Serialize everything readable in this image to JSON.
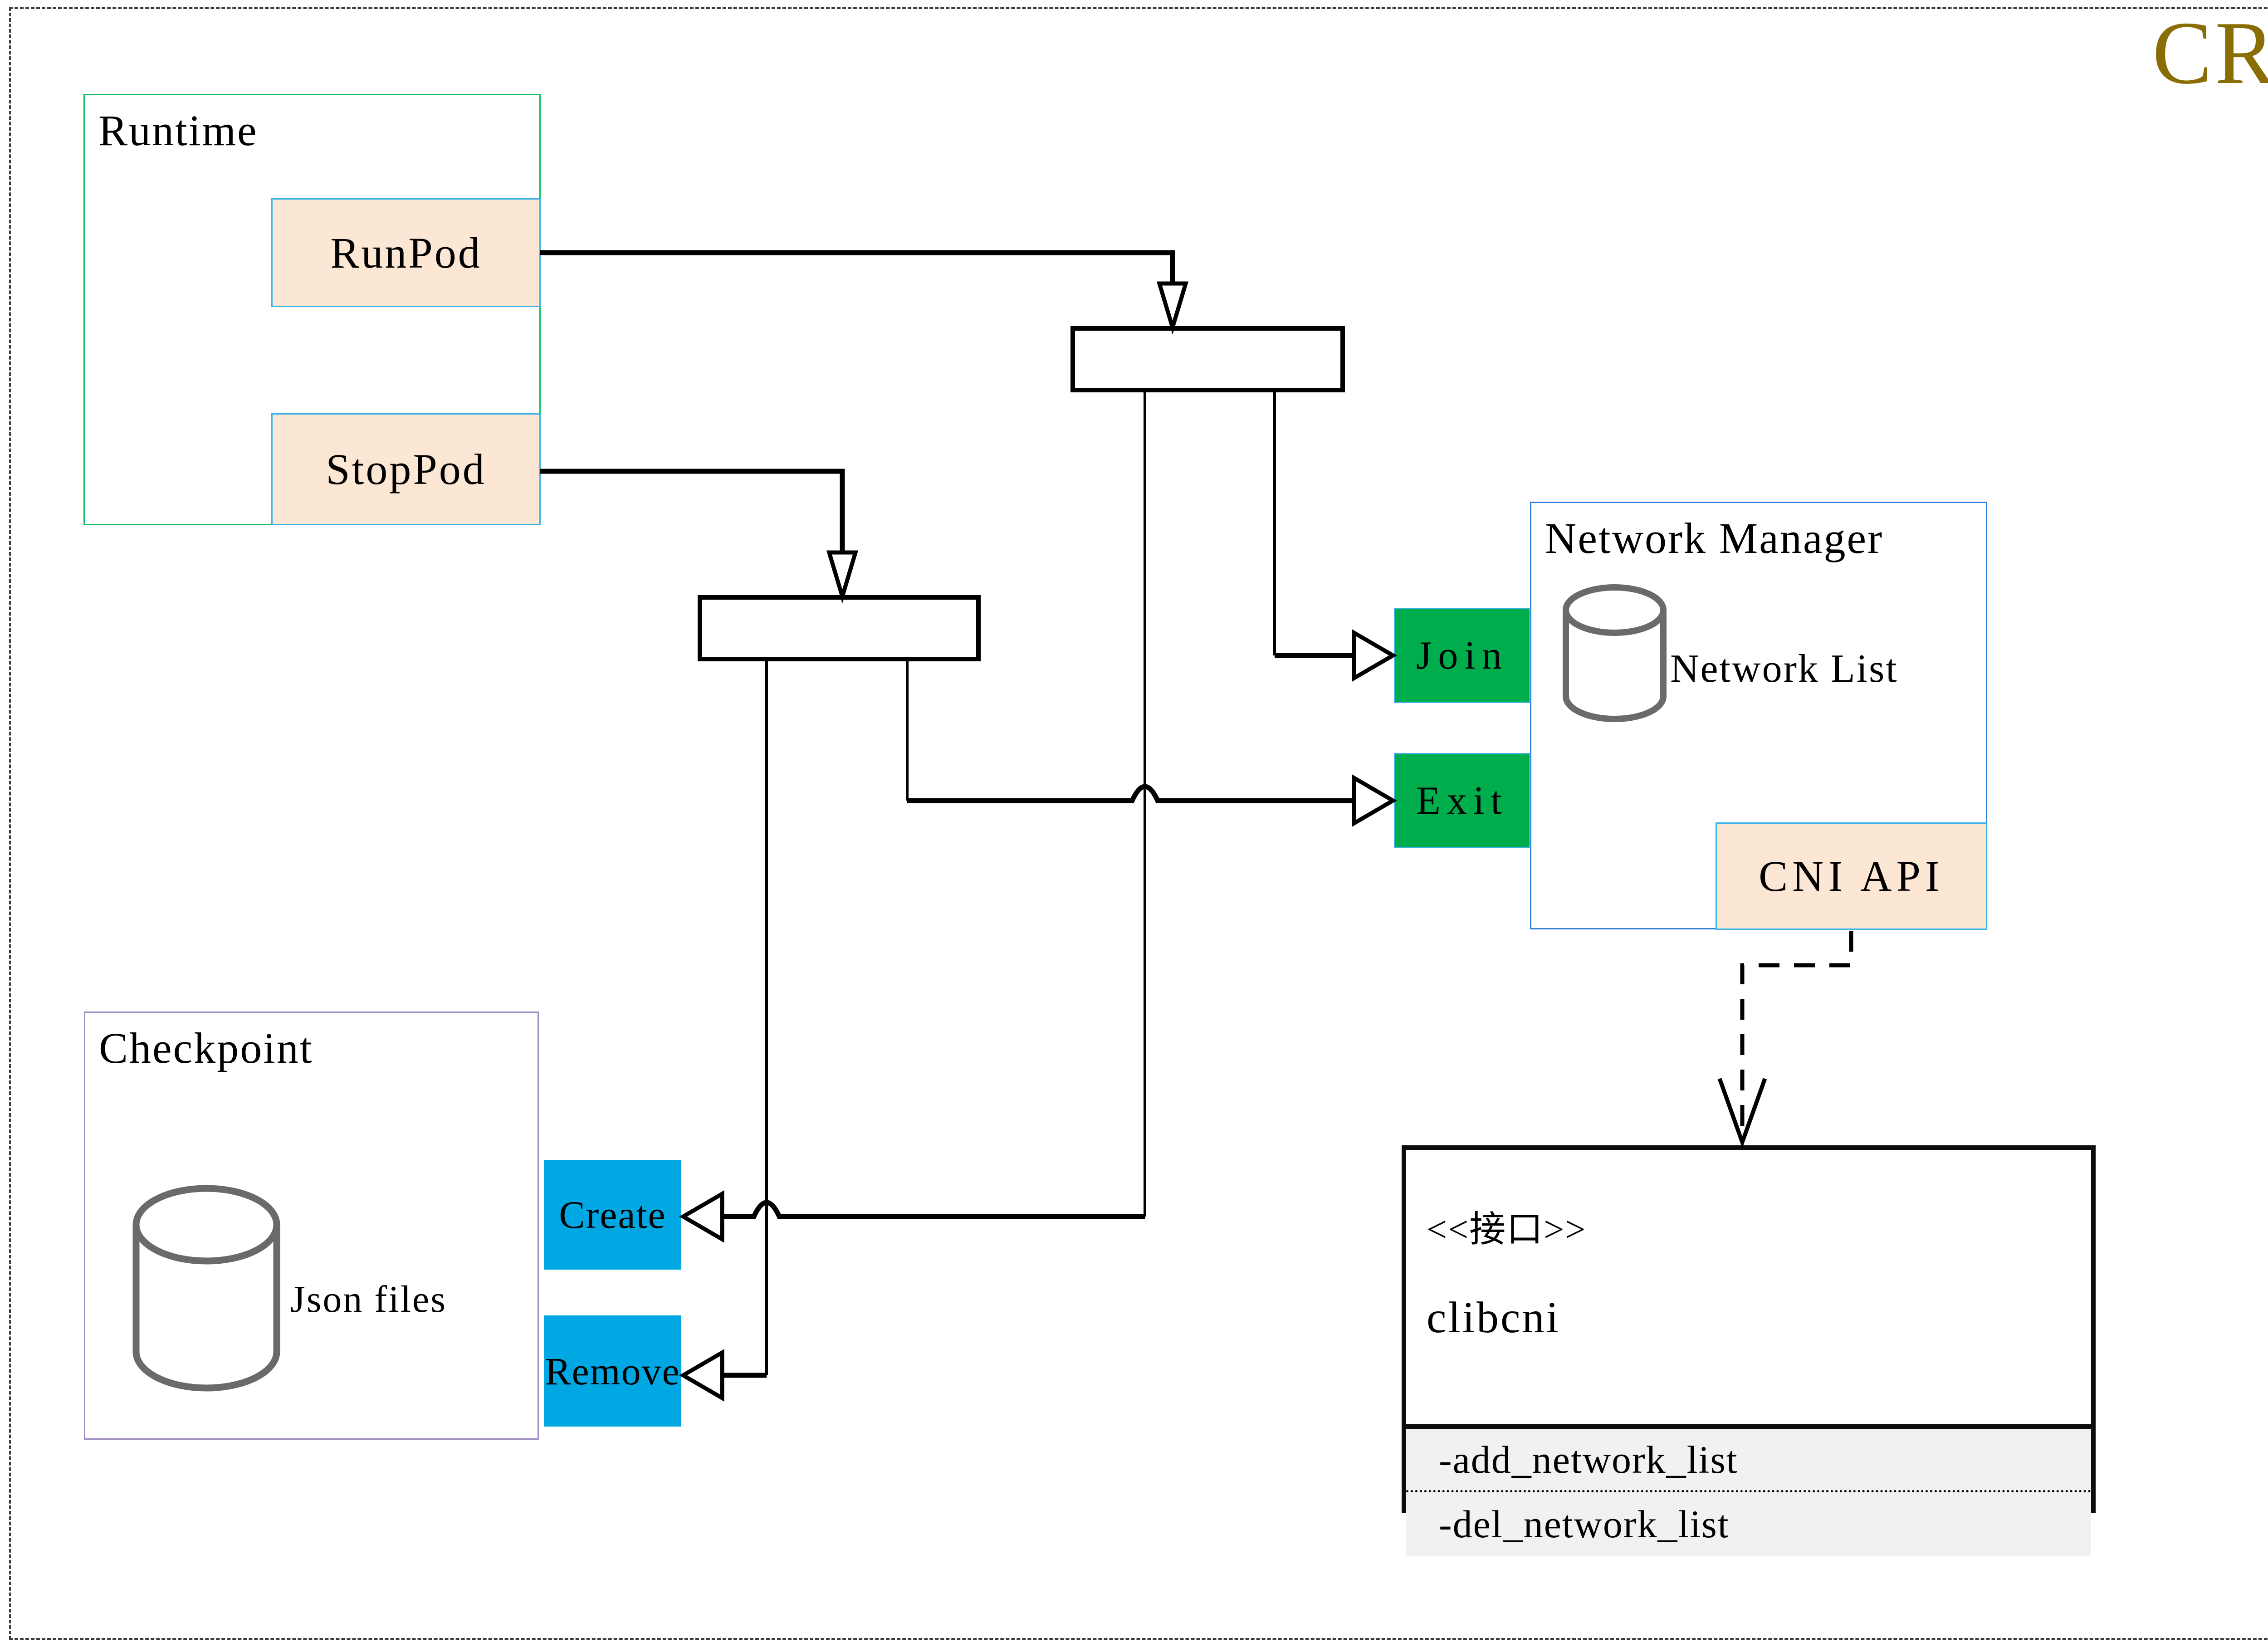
{
  "diagram": {
    "badge": "CRI",
    "runtime": {
      "title": "Runtime",
      "run_pod": "RunPod",
      "stop_pod": "StopPod"
    },
    "network_manager": {
      "title": "Network Manager",
      "network_list": "Network List",
      "join": "Join",
      "exit": "Exit",
      "cni_api": "CNI API"
    },
    "checkpoint": {
      "title": "Checkpoint",
      "json_files": "Json files",
      "create": "Create",
      "remove": "Remove"
    },
    "clibcni": {
      "stereotype": "<<接口>>",
      "name": "clibcni",
      "methods": [
        "-add_network_list",
        "-del_network_list"
      ]
    },
    "colors": {
      "cri_text": "#8a6d04",
      "runtime_border": "#12bd66",
      "network_manager_border": "#2f7fd6",
      "checkpoint_border": "#9d8cbe",
      "action_green_fill": "#00ad4d",
      "action_blue_fill": "#00a7e2",
      "api_peach_fill": "#fce6d4",
      "cyan_border": "#3fb3e9",
      "cylinder_stroke": "#6a6a6a",
      "connector": "#000000",
      "clibcni_section_fill": "#f1f1f1"
    }
  }
}
